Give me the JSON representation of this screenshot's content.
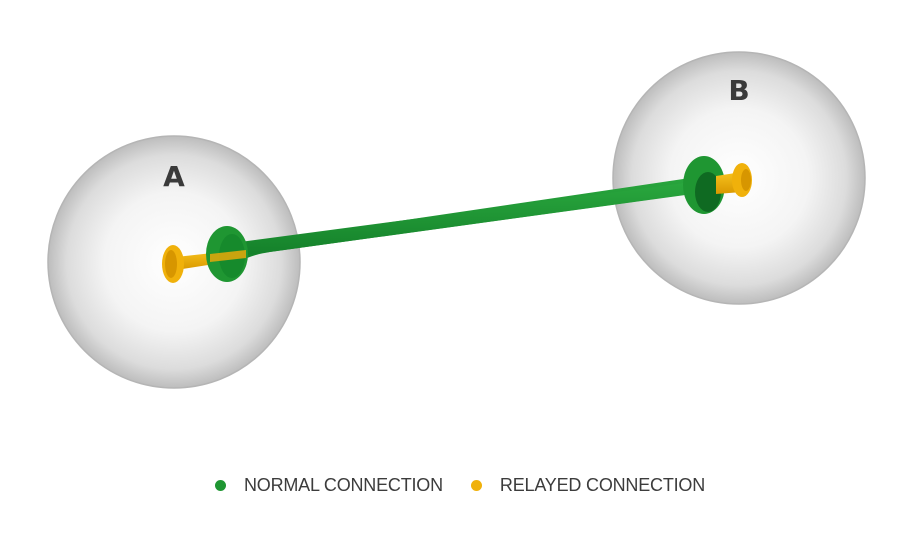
{
  "nodes": {
    "a": {
      "label": "A"
    },
    "b": {
      "label": "B"
    }
  },
  "legend": {
    "items": [
      {
        "label": "NORMAL CONNECTION",
        "color": "#1f9632"
      },
      {
        "label": "RELAYED CONNECTION",
        "color": "#f0b10b"
      }
    ]
  },
  "colors": {
    "normal": "#1f9632",
    "normal_dark": "#0f6a22",
    "relayed": "#f0b10b",
    "relayed_dark": "#c98a00",
    "sphere": "#d8d8d8"
  }
}
